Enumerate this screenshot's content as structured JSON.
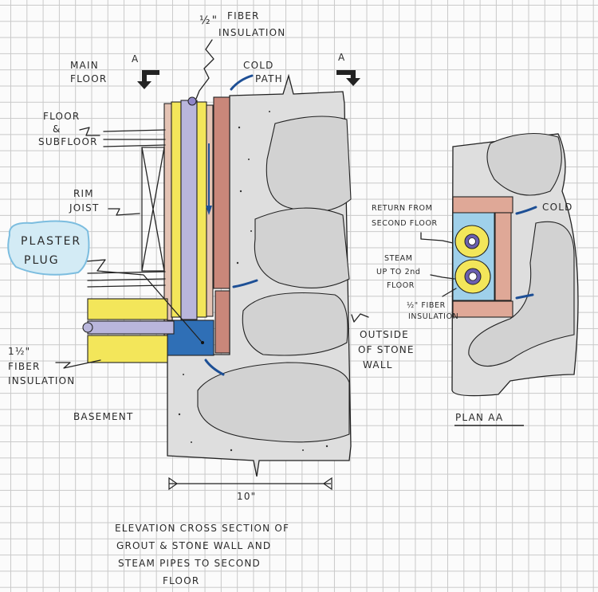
{
  "elevation": {
    "labels": {
      "half_inch_fraction": "½\"",
      "fiber_top_1": "FIBER",
      "fiber_top_2": "INSULATION",
      "main_floor_1": "MAIN",
      "main_floor_2": "FLOOR",
      "section_marker_left": "A",
      "section_marker_right": "A",
      "cold_path_1": "COLD",
      "cold_path_2": "PATH",
      "floor_subfloor_1": "FLOOR",
      "floor_subfloor_2": "&",
      "floor_subfloor_3": "SUBFLOOR",
      "rim_joist_1": "RIM",
      "rim_joist_2": "JOIST",
      "plaster_plug_1": "PLASTER",
      "plaster_plug_2": "PLUG",
      "fiber_left_1": "1½\"",
      "fiber_left_2": "FIBER",
      "fiber_left_3": "INSULATION",
      "outside_1": "OUTSIDE",
      "outside_2": "OF STONE",
      "outside_3": "WALL",
      "basement": "BASEMENT",
      "dimension": "10\""
    },
    "caption": {
      "line1": "ELEVATION CROSS SECTION OF",
      "line2": "GROUT & STONE WALL AND",
      "line3": "STEAM PIPES TO SECOND",
      "line4": "FLOOR"
    }
  },
  "plan": {
    "labels": {
      "return_1": "RETURN FROM",
      "return_2": "SECOND FLOOR",
      "steam_1": "STEAM",
      "steam_2": "UP TO 2nd",
      "steam_3": "FLOOR",
      "cold": "COLD",
      "fiber_1": "½\" FIBER",
      "fiber_2": "INSULATION"
    },
    "title": "PLAN AA"
  },
  "colors": {
    "insulation_yellow": "#f3e65a",
    "pipe_lavender": "#b9b6dc",
    "brick_red": "#c9877a",
    "plaster_blue": "#2f6fb6",
    "stone_gray": "#dcdcdc",
    "cold_arrow_blue": "#1d4f95",
    "plaster_bubble": "#a8d4ea"
  }
}
